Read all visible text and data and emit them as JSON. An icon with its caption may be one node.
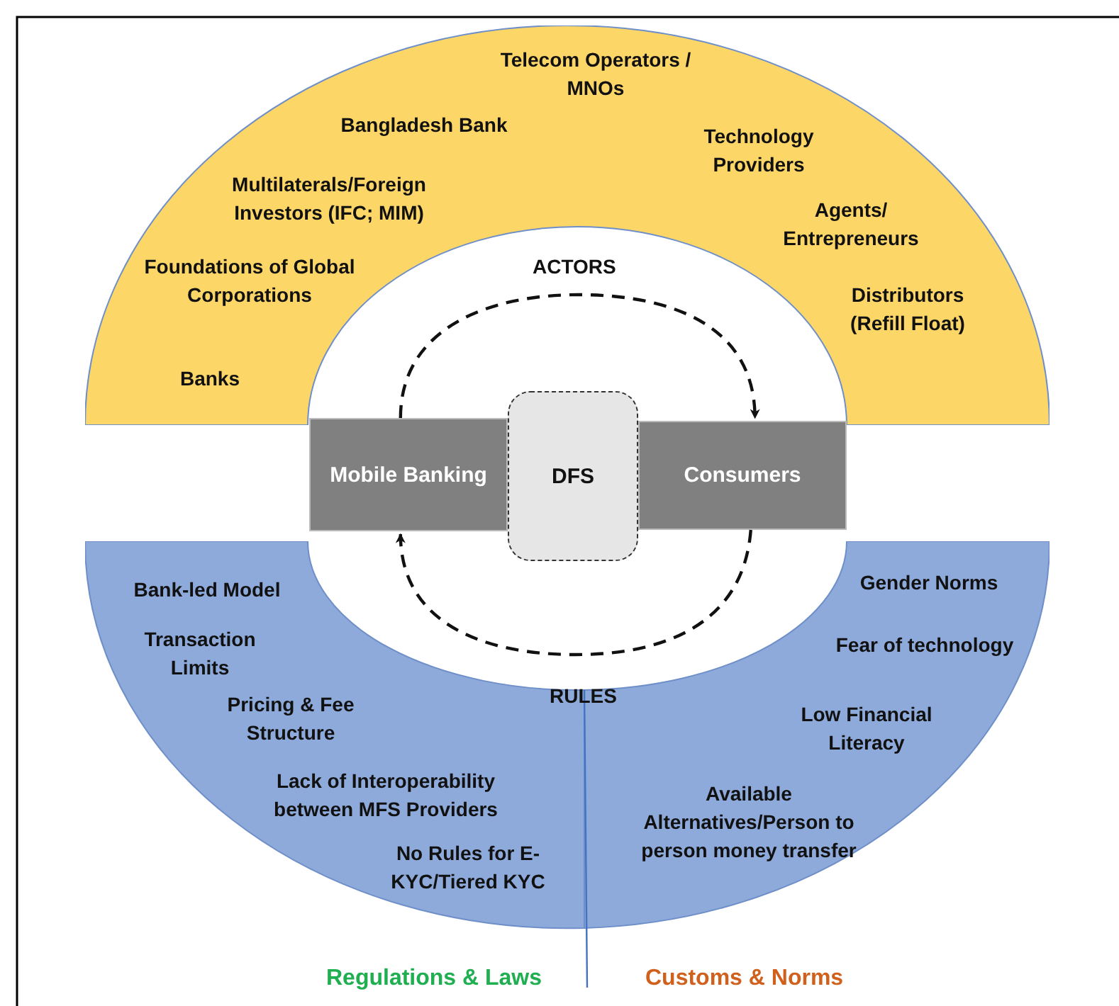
{
  "diagram": {
    "nodes": [
      {
        "text": [
          "Telecom Operators / MNOs",
          "Bangladesh Bank",
          "Technology Providers",
          "Multilaterals/Foreign Investors (IFC; MIM)",
          "Agents/ Entrepreneurs",
          "Foundations of Global Corporations",
          "Distributors (Refill Float)",
          "Banks"
        ]
      },
      {
        "text": [
          "Bank-led Model",
          "Transaction Limits",
          "Pricing & Fee Structure",
          "Lack of Interoperability between MFS Providers",
          "No Rules for E-KYC/Tiered KYC"
        ]
      },
      {
        "text": [
          "Gender Norms",
          "Fear of technology",
          "Low Financial Literacy",
          "Available Alternatives/Person to person money transfer"
        ]
      },
      {
        "text": [
          "Mobile Banking"
        ]
      },
      {
        "text": [
          "DFS"
        ]
      },
      {
        "text": [
          "Consumers"
        ]
      }
    ],
    "edges": [
      {
        "from": 3,
        "to": 5,
        "arrow": "to",
        "style": "dashed"
      },
      {
        "from": 5,
        "to": 3,
        "arrow": "to",
        "style": "dashed"
      }
    ],
    "labels": [
      "ACTORS",
      "RULES",
      "Regulations & Laws",
      "Customs & Norms"
    ]
  }
}
